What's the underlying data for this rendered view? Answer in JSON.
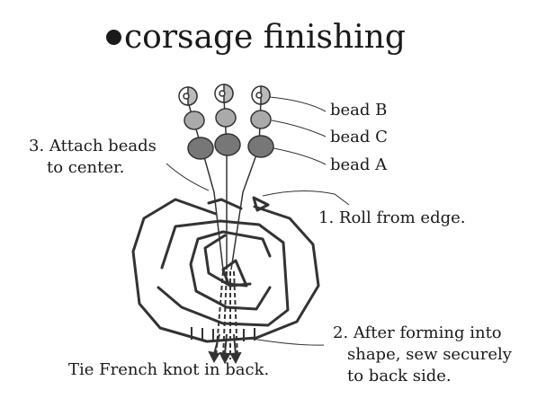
{
  "title": "corsage finishing",
  "labels": {
    "bead_b": "bead B",
    "bead_c": "bead C",
    "bead_a": "bead A",
    "step3_line1": "3. Attach beads",
    "step3_line2": "to center.",
    "step1": "1. Roll from edge.",
    "step2_line1": "2. After forming into",
    "step2_line2": "shape, sew securely",
    "step2_line3": "to back side.",
    "bottom_note": "Tie French knot in back."
  },
  "colors": {
    "ink": "#333333",
    "bead_a": "#777777",
    "bead_c": "#aaaaaa",
    "bead_b_fill": "#bbbbbb"
  }
}
